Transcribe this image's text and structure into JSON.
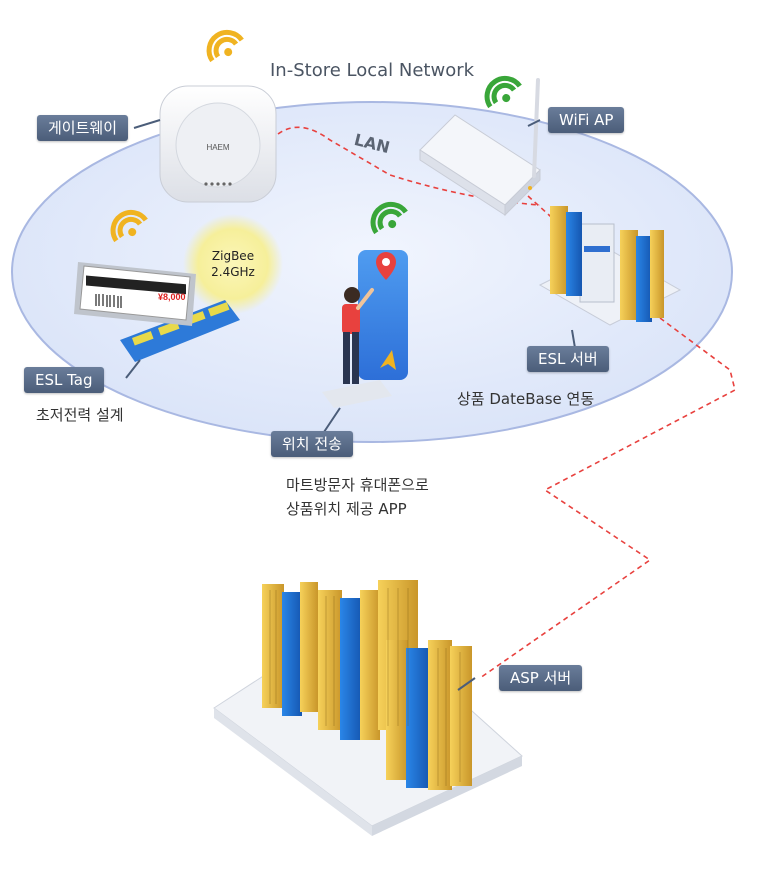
{
  "network_title": "In-Store Local Network",
  "lan_label": "LAN",
  "zigbee": {
    "line1": "ZigBee",
    "line2": "2.4GHz"
  },
  "labels": {
    "gateway": "게이트웨이",
    "wifi_ap": "WiFi AP",
    "esl_tag": "ESL Tag",
    "esl_server": "ESL 서버",
    "location": "위치 전송",
    "asp_server": "ASP 서버"
  },
  "captions": {
    "esl_tag": "초저전력 설계",
    "esl_server": "상품 DateBase 연동",
    "location_line1": "마트방문자 휴대폰으로",
    "location_line2": "상품위치 제공 APP"
  },
  "gateway_logo": "HAEM",
  "esl_price": "¥8,000",
  "colors": {
    "ellipse_fill": "#e4ebfb",
    "ellipse_stroke": "#9fb0dd",
    "tag_bg": "#56688a",
    "link": "#e8413e",
    "wifi": "#f0b321",
    "wifi_green": "#39a639",
    "server_blue": "#1f6fd1",
    "server_gold": "#e0b030"
  },
  "icons": [
    "wifi-icon",
    "location-pin-icon",
    "navigation-arrow-icon"
  ]
}
